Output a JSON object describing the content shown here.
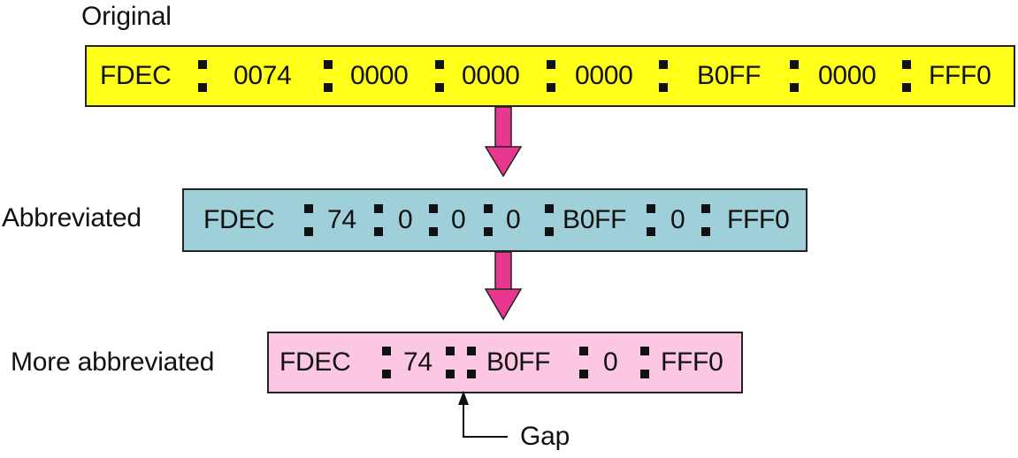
{
  "colors": {
    "original_fill": "#ffff19",
    "abbreviated_fill": "#9fcfd8",
    "more_abbreviated_fill": "#fcc7e3",
    "arrow": "#e8378f",
    "border": "#222222"
  },
  "rows": {
    "original": {
      "label": "Original",
      "groups": [
        "FDEC",
        "0074",
        "0000",
        "0000",
        "0000",
        "B0FF",
        "0000",
        "FFF0"
      ]
    },
    "abbreviated": {
      "label": "Abbreviated",
      "groups": [
        "FDEC",
        "74",
        "0",
        "0",
        "0",
        "B0FF",
        "0",
        "FFF0"
      ]
    },
    "more_abbreviated": {
      "label": "More abbreviated",
      "groups": [
        "FDEC",
        "74",
        "B0FF",
        "0",
        "FFF0"
      ]
    }
  },
  "gap_label": "Gap",
  "icons": {
    "arrows": [
      "down-arrow-icon",
      "down-arrow-icon",
      "up-arrow-icon"
    ]
  }
}
